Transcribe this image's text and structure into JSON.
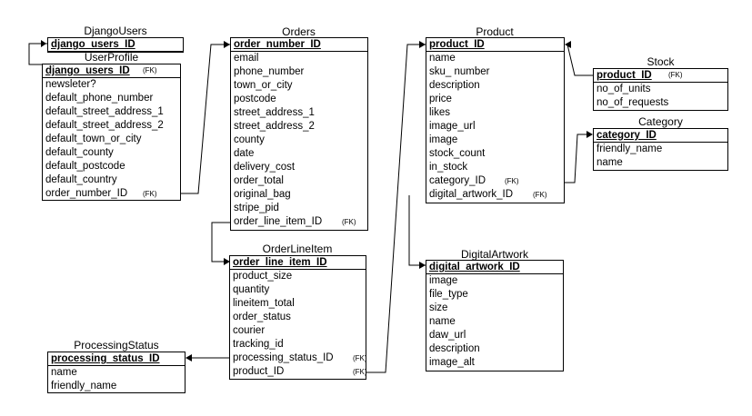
{
  "entities": {
    "django_users": {
      "title": "DjangoUsers",
      "fields": [
        {
          "name": "django_users_ID",
          "pk": true
        }
      ]
    },
    "user_profile": {
      "title": "UserProfile",
      "fields": [
        {
          "name": "django_users_ID",
          "pk": true,
          "fk": "(FK)"
        },
        {
          "name": "newsleter?"
        },
        {
          "name": "default_phone_number"
        },
        {
          "name": "default_street_address_1"
        },
        {
          "name": "default_street_address_2"
        },
        {
          "name": "default_town_or_city"
        },
        {
          "name": "default_county"
        },
        {
          "name": "default_postcode"
        },
        {
          "name": "default_country"
        },
        {
          "name": "order_number_ID",
          "fk": "(FK)"
        }
      ]
    },
    "orders": {
      "title": "Orders",
      "fields": [
        {
          "name": "order_number_ID",
          "pk": true
        },
        {
          "name": "email"
        },
        {
          "name": "phone_number"
        },
        {
          "name": "town_or_city"
        },
        {
          "name": "postcode"
        },
        {
          "name": "street_address_1"
        },
        {
          "name": "street_address_2"
        },
        {
          "name": "county"
        },
        {
          "name": "date"
        },
        {
          "name": "delivery_cost"
        },
        {
          "name": "order_total"
        },
        {
          "name": "original_bag"
        },
        {
          "name": "stripe_pid"
        },
        {
          "name": "order_line_item_ID",
          "fk": "(FK)"
        }
      ]
    },
    "order_line_item": {
      "title": "OrderLineItem",
      "fields": [
        {
          "name": "order_line_item_ID",
          "pk": true
        },
        {
          "name": "product_size"
        },
        {
          "name": "quantity"
        },
        {
          "name": "lineitem_total"
        },
        {
          "name": "order_status"
        },
        {
          "name": "courier"
        },
        {
          "name": "tracking_id"
        },
        {
          "name": "processing_status_ID",
          "fk": "(FK)"
        },
        {
          "name": "product_ID",
          "fk": "(FK)"
        }
      ]
    },
    "processing_status": {
      "title": "ProcessingStatus",
      "fields": [
        {
          "name": "processing_status_ID",
          "pk": true
        },
        {
          "name": "name"
        },
        {
          "name": "friendly_name"
        }
      ]
    },
    "product": {
      "title": "Product",
      "fields": [
        {
          "name": "product_ID",
          "pk": true
        },
        {
          "name": "name"
        },
        {
          "name": "sku_ number"
        },
        {
          "name": "description"
        },
        {
          "name": "price"
        },
        {
          "name": "likes"
        },
        {
          "name": "image_url"
        },
        {
          "name": "image"
        },
        {
          "name": "stock_count"
        },
        {
          "name": "in_stock"
        },
        {
          "name": "category_ID",
          "fk": "(FK)"
        },
        {
          "name": "digital_artwork_ID",
          "fk": "(FK)"
        }
      ]
    },
    "stock": {
      "title": "Stock",
      "fields": [
        {
          "name": "product_ID",
          "pk": true,
          "fk": "(FK)"
        },
        {
          "name": "no_of_units"
        },
        {
          "name": "no_of_requests"
        }
      ]
    },
    "category": {
      "title": "Category",
      "fields": [
        {
          "name": "category_ID",
          "pk": true
        },
        {
          "name": "friendly_name"
        },
        {
          "name": "name"
        }
      ]
    },
    "digital_artwork": {
      "title": "DigitalArtwork",
      "fields": [
        {
          "name": "digital_artwork_ID",
          "pk": true
        },
        {
          "name": "image"
        },
        {
          "name": "file_type"
        },
        {
          "name": "size"
        },
        {
          "name": "name"
        },
        {
          "name": "daw_url"
        },
        {
          "name": "description"
        },
        {
          "name": "image_alt"
        }
      ]
    }
  }
}
